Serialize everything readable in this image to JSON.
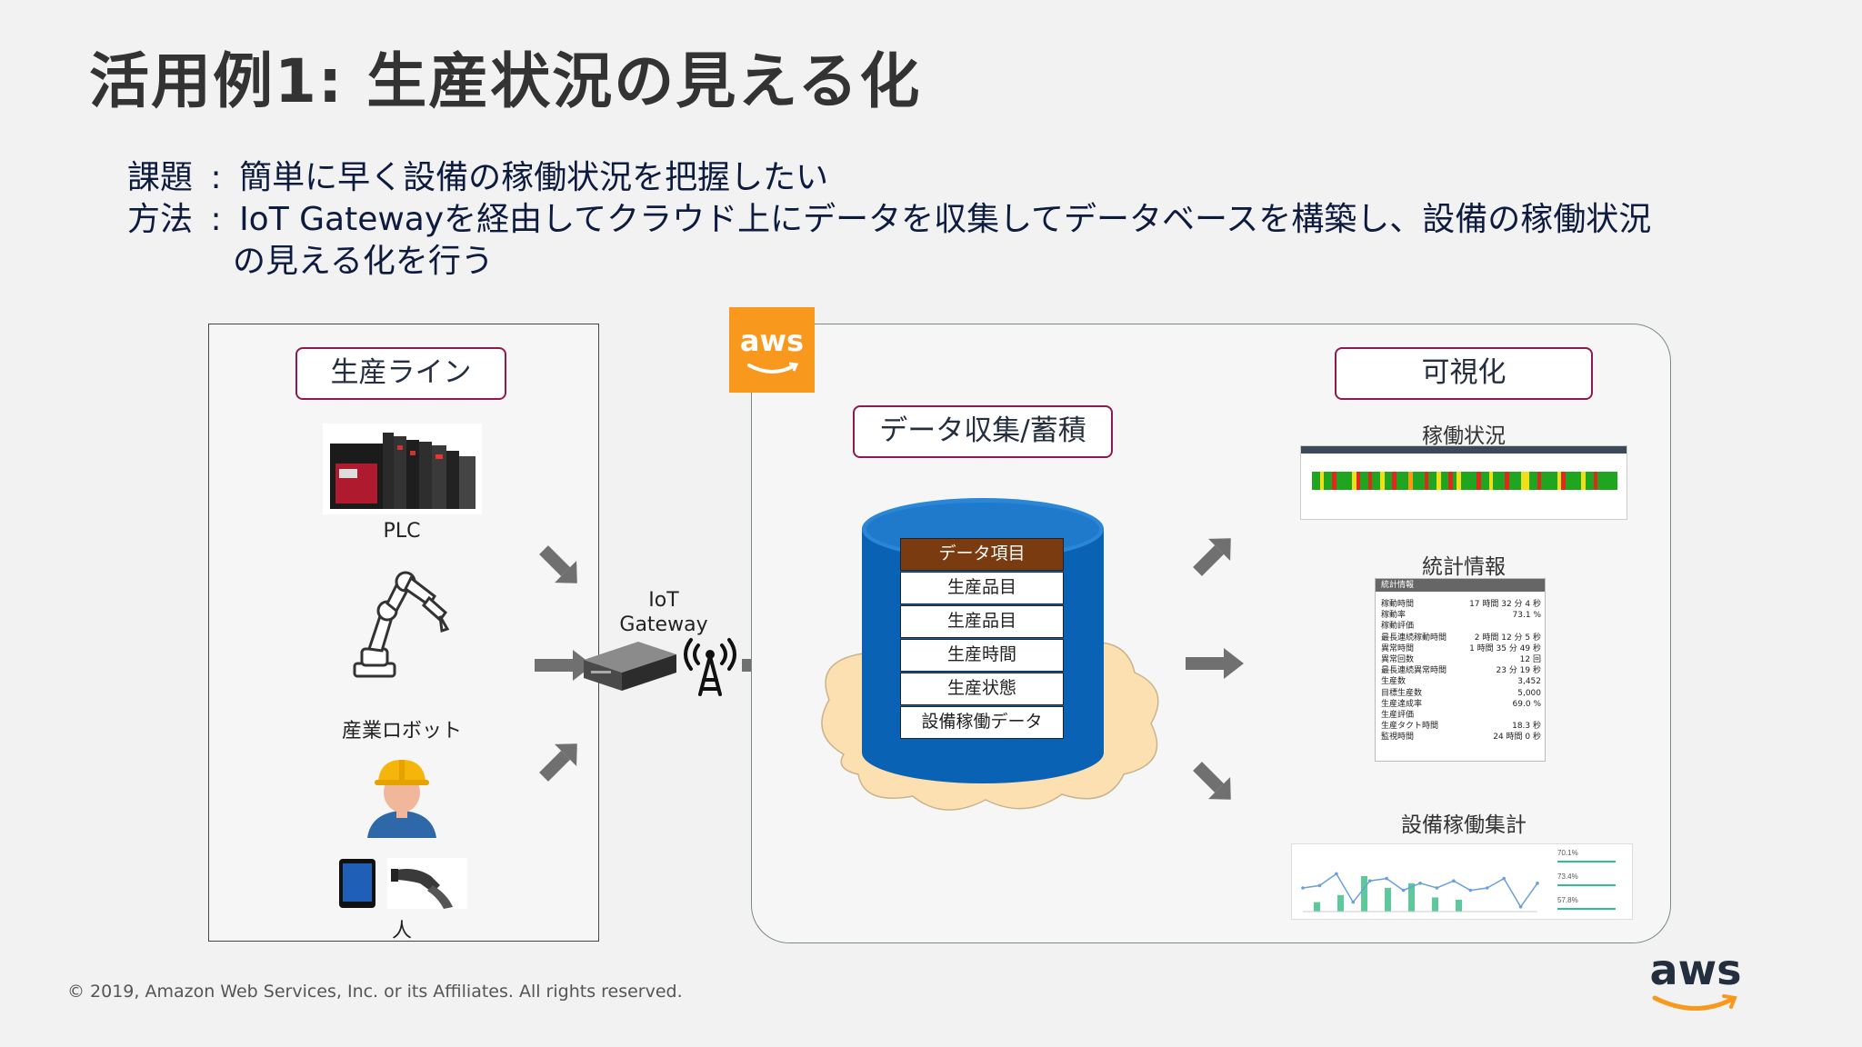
{
  "title": "活用例1: 生産状況の見える化",
  "issue": {
    "label": "課題",
    "sep": ":",
    "text": "簡単に早く設備の稼働状況を把握したい"
  },
  "method": {
    "label": "方法",
    "sep": ":",
    "text_line1": "IoT Gatewayを経由してクラウド上にデータを収集してデータベースを構築し、設備の稼働状況",
    "text_line2": "の見える化を行う"
  },
  "production": {
    "tag": "生産ライン",
    "items": [
      {
        "label": "PLC",
        "icon": "plc-icon"
      },
      {
        "label": "産業ロボット",
        "icon": "robot-arm-icon"
      },
      {
        "label": "人",
        "icon": "worker-icon"
      }
    ]
  },
  "gateway": {
    "line1": "IoT",
    "line2": "Gateway"
  },
  "aws": {
    "badge": "aws",
    "footer_logo": "aws",
    "badge_color": "#f8991d",
    "arrow_color": "#f8991d"
  },
  "collection": {
    "tag": "データ収集/蓄積",
    "db_header": "データ項目",
    "db_rows": [
      "生産品目",
      "生産品目",
      "生産時間",
      "生産状態",
      "設備稼働データ"
    ],
    "db_color": "#0a62b4",
    "cloud_color": "#fde0b2"
  },
  "visualization": {
    "tag": "可視化",
    "panels": [
      {
        "title": "稼働状況"
      },
      {
        "title": "統計情報"
      },
      {
        "title": "設備稼働集計"
      }
    ]
  },
  "stats": {
    "header": "統計情報",
    "rows": [
      {
        "k": "稼動時間",
        "v": "17 時間 32 分 4 秒"
      },
      {
        "k": "稼動率",
        "v": "73.1 %"
      },
      {
        "k": "稼動評価",
        "v": ""
      },
      {
        "k": "最長連続稼動時間",
        "v": "2 時間 12 分 5 秒"
      },
      {
        "k": "異常時間",
        "v": "1 時間 35 分 49 秒"
      },
      {
        "k": "異常回数",
        "v": "12 回"
      },
      {
        "k": "最長連続異常時間",
        "v": "23 分 19 秒"
      },
      {
        "k": "生産数",
        "v": "3,452"
      },
      {
        "k": "目標生産数",
        "v": "5,000"
      },
      {
        "k": "生産達成率",
        "v": "69.0 %"
      },
      {
        "k": "生産評価",
        "v": ""
      },
      {
        "k": "生産タクト時間",
        "v": "18.3 秒"
      },
      {
        "k": "監視時間",
        "v": "24 時間 0 秒"
      }
    ]
  },
  "summary_chart": {
    "side_labels": [
      "70.1%",
      "73.4%",
      "57.8%"
    ],
    "bars": [
      0.2,
      0.35,
      0.75,
      0.5,
      0.6,
      0.3,
      0.25
    ],
    "line": [
      0.5,
      0.55,
      0.8,
      0.2,
      0.65,
      0.7,
      0.45,
      0.6,
      0.5,
      0.65,
      0.45,
      0.5,
      0.7,
      0.1,
      0.6
    ]
  },
  "status_bar": {
    "colors": {
      "green": "#1fa51f",
      "red": "#e0281c",
      "yellow": "#f0e01a",
      "orange": "#ff9a10"
    },
    "segments": [
      "g",
      "g",
      "y",
      "g",
      "g",
      "r",
      "g",
      "g",
      "g",
      "g",
      "y",
      "r",
      "g",
      "g",
      "r",
      "g",
      "g",
      "y",
      "g",
      "g",
      "r",
      "g",
      "g",
      "g",
      "o",
      "g",
      "g",
      "g",
      "r",
      "g",
      "g",
      "y",
      "g",
      "g",
      "r",
      "g",
      "y",
      "g",
      "g",
      "g",
      "g",
      "r",
      "g",
      "g",
      "y",
      "g",
      "g",
      "g",
      "r",
      "g",
      "g",
      "g",
      "y",
      "y",
      "g",
      "g",
      "r",
      "g",
      "g",
      "g",
      "g",
      "y",
      "r",
      "g",
      "g",
      "g",
      "g",
      "y",
      "g",
      "g",
      "r",
      "g",
      "g",
      "g",
      "g",
      "g"
    ]
  },
  "footer": "© 2019, Amazon Web Services, Inc. or its Affiliates. All rights reserved."
}
